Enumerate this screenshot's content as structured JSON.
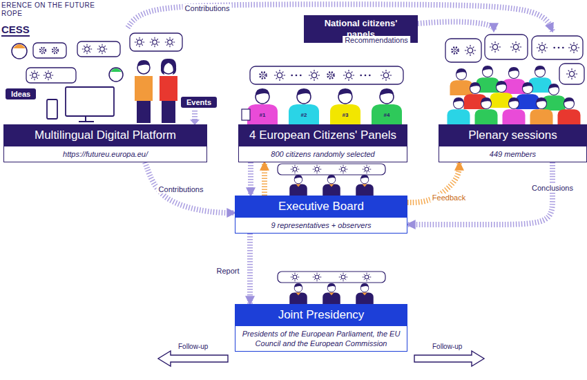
{
  "diagram": {
    "nodes": [
      {
        "text": [
          "National citizens' panels"
        ]
      },
      {
        "text": [
          "Multilingual Digital Platform",
          "https://futureu.europa.eu/"
        ]
      },
      {
        "text": [
          "4 European Citizens' Panels",
          "800 citizens randomly selected"
        ]
      },
      {
        "text": [
          "Plenary sessions",
          "449 members"
        ]
      },
      {
        "text": [
          "Executive Board",
          "9 representatives + observers"
        ]
      },
      {
        "text": [
          "Joint Presidency",
          "Presidents of the European Parliament, the EU Council and the European Commission"
        ]
      }
    ],
    "edges": [
      {
        "from": 1,
        "to": 3,
        "arrow": "to",
        "label": "Contributions"
      },
      {
        "from": 0,
        "to": 3,
        "arrow": "to",
        "label": "Recommendations"
      },
      {
        "from": 1,
        "to": 4,
        "arrow": "to",
        "label": "Contributions"
      },
      {
        "from": 2,
        "to": 4,
        "arrow": "to"
      },
      {
        "from": 4,
        "to": 2,
        "arrow": "to"
      },
      {
        "from": 4,
        "to": 3,
        "arrow": "to",
        "label": "Feedback"
      },
      {
        "from": 3,
        "to": 4,
        "arrow": "to",
        "label": "Conclusions"
      },
      {
        "from": 4,
        "to": 5,
        "arrow": "to",
        "label": "Report"
      }
    ],
    "labels": [
      "ERENCE ON THE FUTURE",
      "ROPE",
      "CESS",
      "Ideas",
      "Events",
      "#1",
      "#2",
      "#3",
      "#4",
      "Follow-up",
      "Follow-up"
    ]
  }
}
